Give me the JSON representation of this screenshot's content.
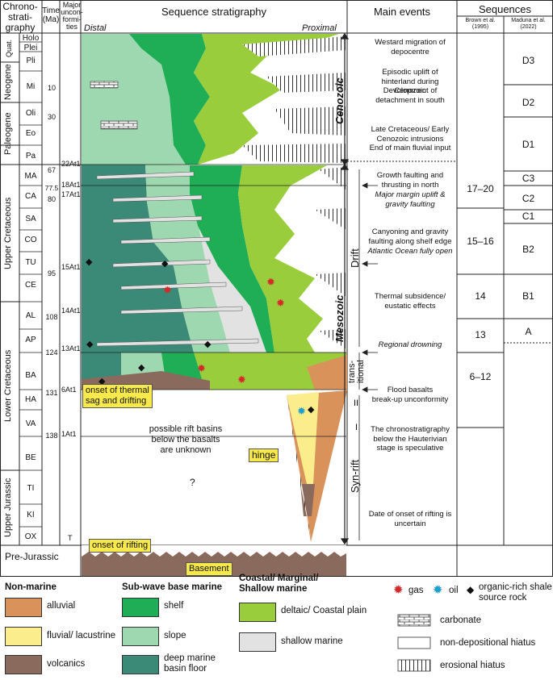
{
  "headers": {
    "chrono": "Chrono-\nstrati-\ngraphy",
    "time": "Time\n(Ma)",
    "uncon": "Major\nuncon-\nformi-\nties",
    "seqstrat": "Sequence stratigraphy",
    "distal": "Distal",
    "proximal": "Proximal",
    "events": "Main events",
    "sequences": "Sequences",
    "brown": "Brown et al.\n(1995)",
    "maduna": "Maduna et al.\n(2022)"
  },
  "periods": {
    "quat": "Quat.",
    "neogene": "Neogene",
    "paleogene": "Paleogene",
    "upper_cret": "Upper Cretaceous",
    "lower_cret": "Lower Cretaceous",
    "upper_jur": "Upper Jurassic",
    "pre_jur": "Pre-Jurassic"
  },
  "stages": [
    "Holo",
    "Plei",
    "Pli",
    "Mi",
    "Oli",
    "Eo",
    "Pa",
    "MA",
    "CA",
    "SA",
    "CO",
    "TU",
    "CE",
    "AL",
    "AP",
    "BA",
    "HA",
    "VA",
    "BE",
    "TI",
    "KI",
    "OX"
  ],
  "ages": [
    "10",
    "30",
    "67",
    "77.5",
    "80",
    "95",
    "108",
    "124",
    "131",
    "138"
  ],
  "unconformities": [
    "22At1",
    "18At1",
    "17At1",
    "15At1",
    "14At1",
    "13At1",
    "6At1",
    "1At1",
    "T"
  ],
  "eras": {
    "cenozoic": "Cenozoic",
    "mesozoic": "Mesozoic",
    "drift": "Drift",
    "transitional": "trans-\nitional",
    "synrift": "Syn-rift",
    "roman2": "II",
    "roman1": "I"
  },
  "events": [
    "Westard migration of depocentre",
    "Episodic uplift of hinterland during Cenozoic",
    "Devolopment of detachment in south",
    "Late Cretaceous/ Early Cenozoic intrusions",
    "End of main fluvial input",
    "Growth faulting and thrusting in north",
    "Major margin uplift & gravity faulting",
    "Canyoning and gravity faulting along shelf edge",
    "Atlantic Ocean fully open",
    "Thermal subsidence/ eustatic effects",
    "Regional drowning",
    "Flood basalts",
    "break-up unconformity",
    "The chronostratigraphy below the Hauterivian stage is speculative",
    "Date of onset of rifting is uncertain"
  ],
  "brown_sequences": [
    "17–20",
    "15–16",
    "14",
    "13",
    "6–12"
  ],
  "maduna_sequences": [
    "D3",
    "D2",
    "D1",
    "C3",
    "C2",
    "C1",
    "B2",
    "B1",
    "A"
  ],
  "annotations": {
    "thermal_sag": "onset of thermal\nsag and drifting",
    "rift_basins": "possible rift basins\nbelow the basalts\nare unknown",
    "hinge": "hinge",
    "question": "?",
    "onset_rifting": "onset of rifting",
    "basement": "Basement"
  },
  "legend": {
    "nonmarine_title": "Non-marine",
    "alluvial": "alluvial",
    "fluvial": "fluvial/ lacustrine",
    "volcanics": "volcanics",
    "subwave_title": "Sub-wave base marine",
    "shelf": "shelf",
    "slope": "slope",
    "deep": "deep marine\nbasin floor",
    "coastal_title": "Coastal/ Marginal/\nShallow marine",
    "deltaic": "deltaic/ Coastal plain",
    "shallow": "shallow marine",
    "gas": "gas",
    "oil": "oil",
    "shale": "organic-rich shale\nsource rock",
    "carbonate": "carbonate",
    "nondep": "non-depositional hiatus",
    "erosional": "erosional hiatus"
  },
  "colors": {
    "alluvial": "#d9925a",
    "fluvial": "#fbed8c",
    "volcanics": "#8a6a5c",
    "shelf": "#1fae55",
    "slope": "#9ed8b0",
    "deep": "#3b8a78",
    "deltaic": "#9acd3c",
    "shallow": "#e2e2e2"
  }
}
